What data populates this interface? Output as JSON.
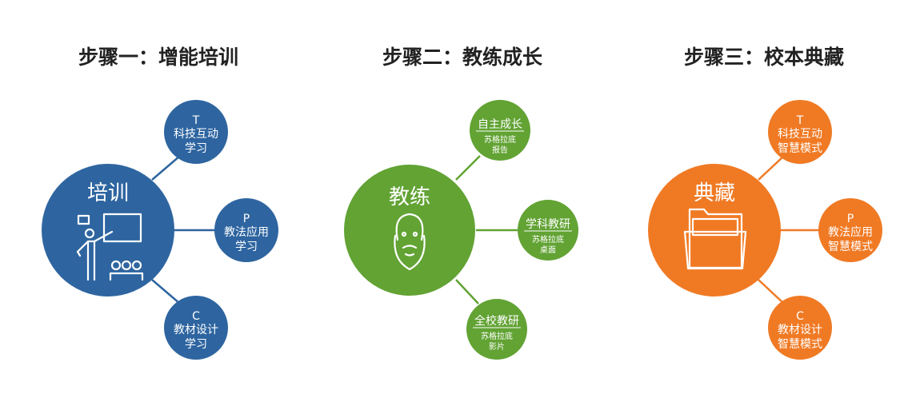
{
  "colors": {
    "blue": "#2e65a0",
    "green": "#62a334",
    "orange": "#f07a24"
  },
  "steps": [
    {
      "title": "步骤一：增能培训",
      "center": "培训",
      "icon": "teacher-presenting-icon",
      "nodes": [
        {
          "l1": "T",
          "l2": "科技互动",
          "l3": "学习"
        },
        {
          "l1": "P",
          "l2": "教法应用",
          "l3": "学习"
        },
        {
          "l1": "C",
          "l2": "教材设计",
          "l3": "学习"
        }
      ]
    },
    {
      "title": "步骤二：教练成长",
      "center": "教练",
      "icon": "socrates-face-icon",
      "nodes": [
        {
          "l1": "自主成长",
          "l2": "苏格拉底",
          "l3": "报告"
        },
        {
          "l1": "学科教研",
          "l2": "苏格拉底",
          "l3": "桌面"
        },
        {
          "l1": "全校教研",
          "l2": "苏格拉底",
          "l3": "影片"
        }
      ]
    },
    {
      "title": "步骤三：校本典藏",
      "center": "典藏",
      "icon": "folder-icon",
      "nodes": [
        {
          "l1": "T",
          "l2": "科技互动",
          "l3": "智慧模式"
        },
        {
          "l1": "P",
          "l2": "教法应用",
          "l3": "智慧模式"
        },
        {
          "l1": "C",
          "l2": "教材设计",
          "l3": "智慧模式"
        }
      ]
    }
  ]
}
